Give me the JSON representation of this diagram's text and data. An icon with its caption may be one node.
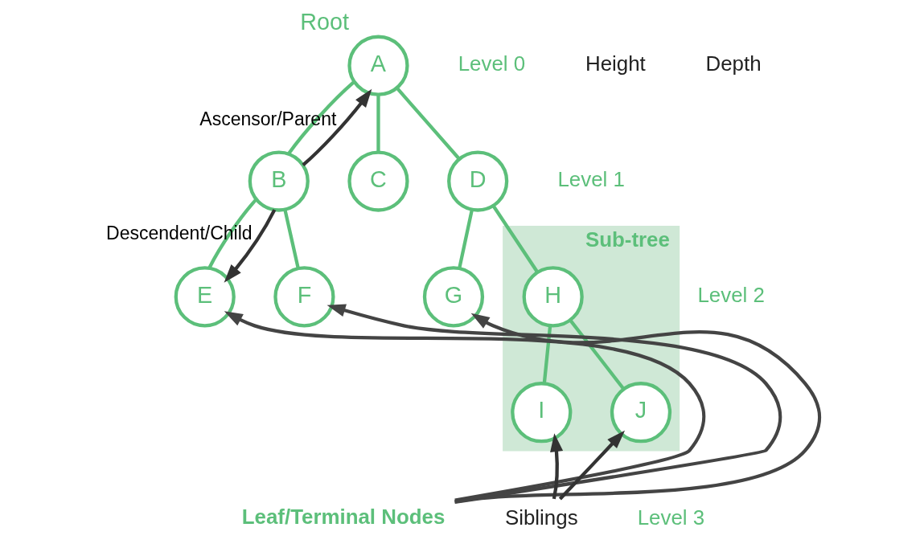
{
  "diagram": {
    "nodes": [
      {
        "text": [
          "A"
        ],
        "beside": [
          "Root"
        ]
      },
      {
        "text": [
          "B"
        ]
      },
      {
        "text": [
          "C"
        ]
      },
      {
        "text": [
          "D"
        ]
      },
      {
        "text": [
          "E"
        ]
      },
      {
        "text": [
          "F"
        ]
      },
      {
        "text": [
          "G"
        ]
      },
      {
        "text": [
          "Sub-tree"
        ]
      },
      {
        "text": [
          "H"
        ],
        "in": 7
      },
      {
        "text": [
          "I"
        ],
        "in": 7
      },
      {
        "text": [
          "J"
        ],
        "in": 7
      },
      {
        "text": [
          "Leaf/Terminal Nodes"
        ]
      },
      {
        "text": [
          "Siblings"
        ]
      }
    ],
    "edges": [
      {
        "from": 0,
        "to": 1,
        "arrow": "none"
      },
      {
        "from": 0,
        "to": 2,
        "arrow": "none"
      },
      {
        "from": 0,
        "to": 3,
        "arrow": "none"
      },
      {
        "from": 1,
        "to": 4,
        "arrow": "none"
      },
      {
        "from": 1,
        "to": 5,
        "arrow": "none"
      },
      {
        "from": 3,
        "to": 6,
        "arrow": "none"
      },
      {
        "from": 3,
        "to": 8,
        "arrow": "none"
      },
      {
        "from": 8,
        "to": 9,
        "arrow": "none"
      },
      {
        "from": 8,
        "to": 10,
        "arrow": "none"
      },
      {
        "from": 1,
        "to": 0,
        "arrow": "to",
        "label": "Ascensor/Parent",
        "color": "#333333"
      },
      {
        "from": 1,
        "to": 4,
        "arrow": "to",
        "label": "Descendent/Child",
        "color": "#333333"
      },
      {
        "from": 11,
        "to": 4,
        "arrow": "to",
        "color": "#444444"
      },
      {
        "from": 11,
        "to": 5,
        "arrow": "to",
        "color": "#444444"
      },
      {
        "from": 11,
        "to": 6,
        "arrow": "to",
        "color": "#444444"
      },
      {
        "from": 12,
        "to": 9,
        "arrow": "to",
        "color": "#333333"
      },
      {
        "from": 12,
        "to": 10,
        "arrow": "to",
        "color": "#333333"
      }
    ],
    "labels": [
      "Level 0",
      "Level 1",
      "Level 2",
      "Level 3",
      "Height",
      "Depth"
    ]
  }
}
